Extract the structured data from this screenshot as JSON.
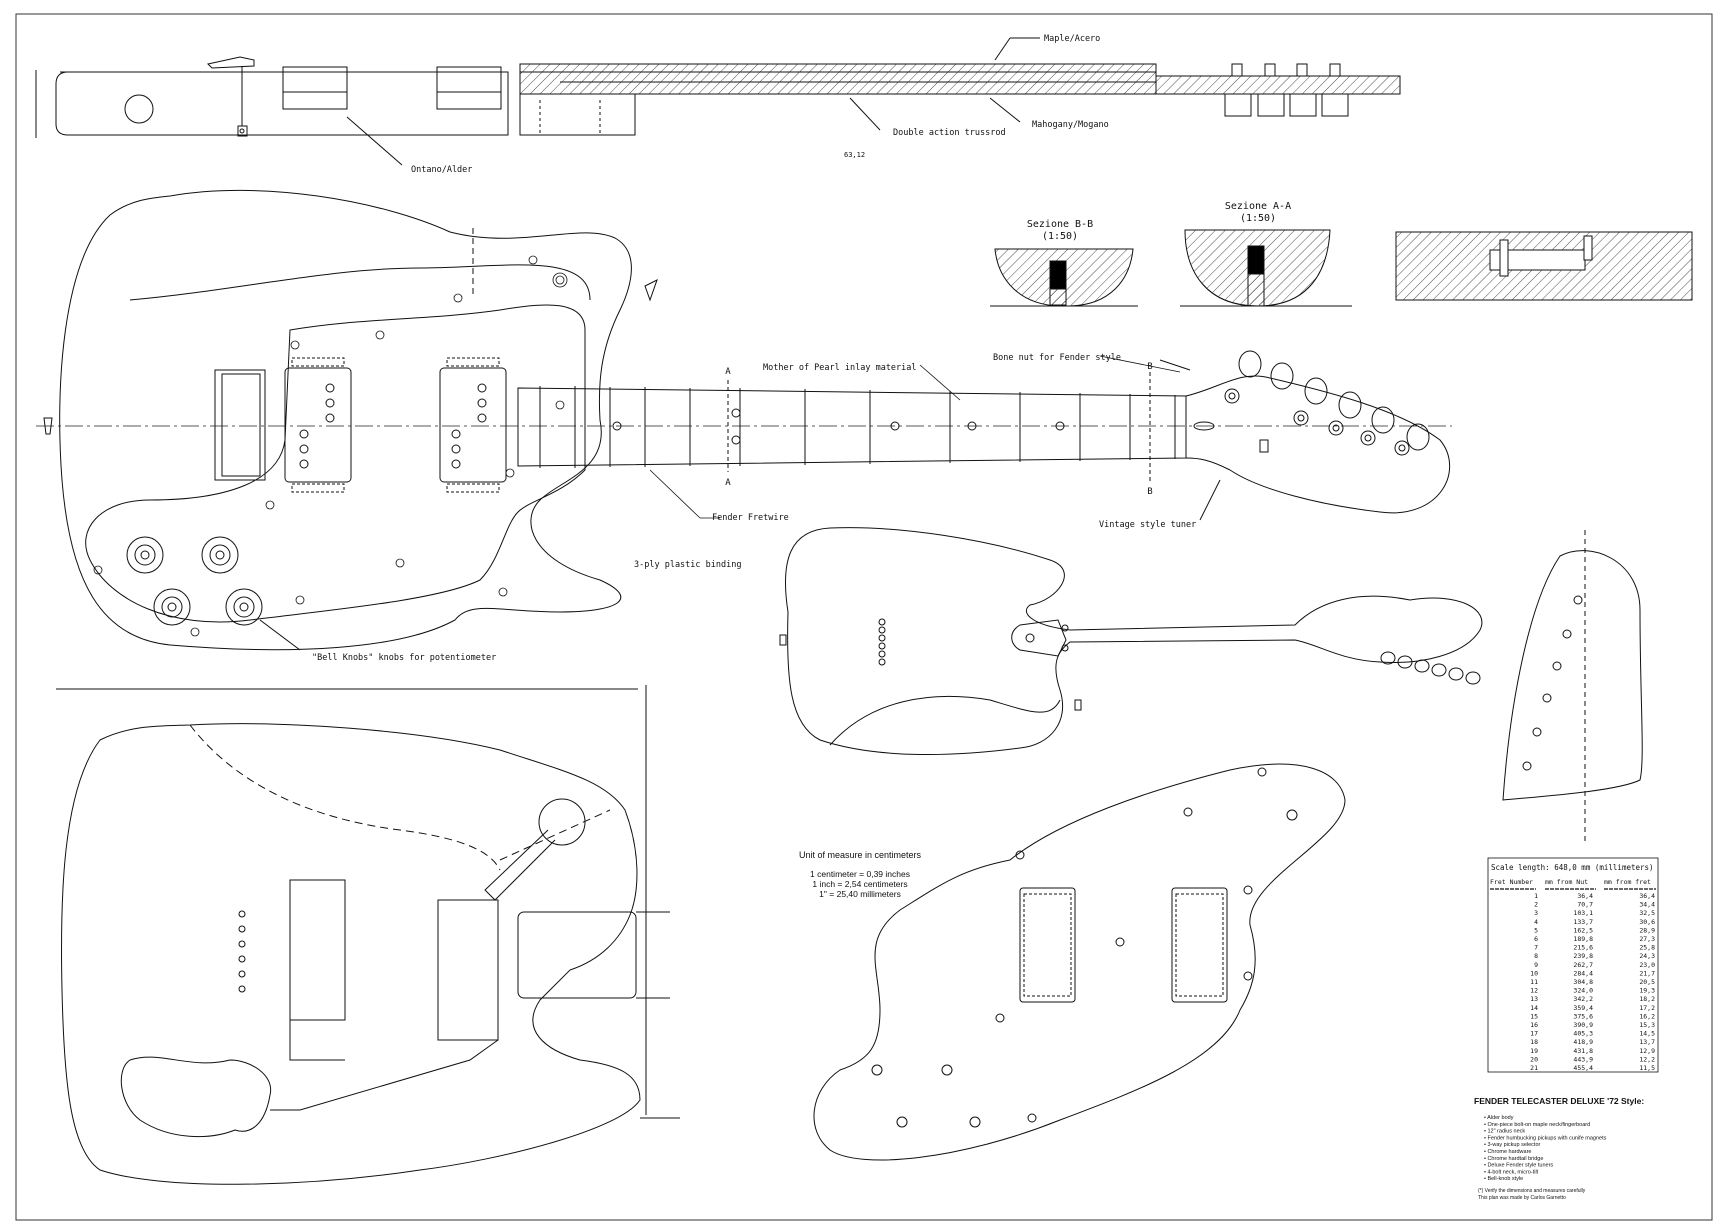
{
  "labels": {
    "maple": "Maple/Acero",
    "mahogany": "Mahogany/Mogano",
    "truss_rod": "Double action trussrod",
    "body_wood": "Ontano/Alder",
    "mother_of_pearl": "Mother of Pearl inlay material",
    "bone_nut": "Bone nut for Fender style",
    "fretwire": "Fender Fretwire",
    "binding": "3-ply plastic binding",
    "vintage_tuner": "Vintage style tuner",
    "bell_knobs": "\"Bell Knobs\" knobs for potentiometer"
  },
  "sections": {
    "bb_title": "Sezione B-B",
    "bb_scale": "(1:50)",
    "aa_title": "Sezione A-A",
    "aa_scale": "(1:50)"
  },
  "units": {
    "title": "Unit of measure in centimeters",
    "line1": "1 centimeter = 0,39 inches",
    "line2": "1 inch = 2,54 centimeters",
    "line3": "1\" = 25,40 millimeters"
  },
  "fret_table": {
    "title": "Scale length: 648,0 mm (millimeters)",
    "headers": [
      "Fret Number",
      "mm from Nut",
      "mm from fret"
    ],
    "rows": [
      [
        "1",
        "36,4",
        "36,4"
      ],
      [
        "2",
        "70,7",
        "34,4"
      ],
      [
        "3",
        "103,1",
        "32,5"
      ],
      [
        "4",
        "133,7",
        "30,6"
      ],
      [
        "5",
        "162,5",
        "28,9"
      ],
      [
        "6",
        "189,8",
        "27,3"
      ],
      [
        "7",
        "215,6",
        "25,8"
      ],
      [
        "8",
        "239,8",
        "24,3"
      ],
      [
        "9",
        "262,7",
        "23,0"
      ],
      [
        "10",
        "284,4",
        "21,7"
      ],
      [
        "11",
        "304,8",
        "20,5"
      ],
      [
        "12",
        "324,0",
        "19,3"
      ],
      [
        "13",
        "342,2",
        "18,2"
      ],
      [
        "14",
        "359,4",
        "17,2"
      ],
      [
        "15",
        "375,6",
        "16,2"
      ],
      [
        "16",
        "390,9",
        "15,3"
      ],
      [
        "17",
        "405,3",
        "14,5"
      ],
      [
        "18",
        "418,9",
        "13,7"
      ],
      [
        "19",
        "431,8",
        "12,9"
      ],
      [
        "20",
        "443,9",
        "12,2"
      ],
      [
        "21",
        "455,4",
        "11,5"
      ]
    ]
  },
  "spec": {
    "title": "FENDER TELECASTER DELUXE '72 Style:",
    "items": [
      "Alder body",
      "One-piece bolt-on maple neck/fingerboard",
      "12\" radius neck",
      "Fender humbucking pickups with cunife magnets",
      "3-way pickup selector",
      "Chrome hardware",
      "Chrome hardtail bridge",
      "Deluxe Fender style tuners",
      "4-bolt neck, micro-tilt",
      "Bell-knob style"
    ],
    "notes": [
      "(*) Verify the dimensions and measures carefully",
      "This plan was made by Carlos Garnetto"
    ]
  },
  "dimensions": {
    "neck_length": "63,12"
  },
  "section_marks": {
    "a": "A",
    "b": "B"
  }
}
